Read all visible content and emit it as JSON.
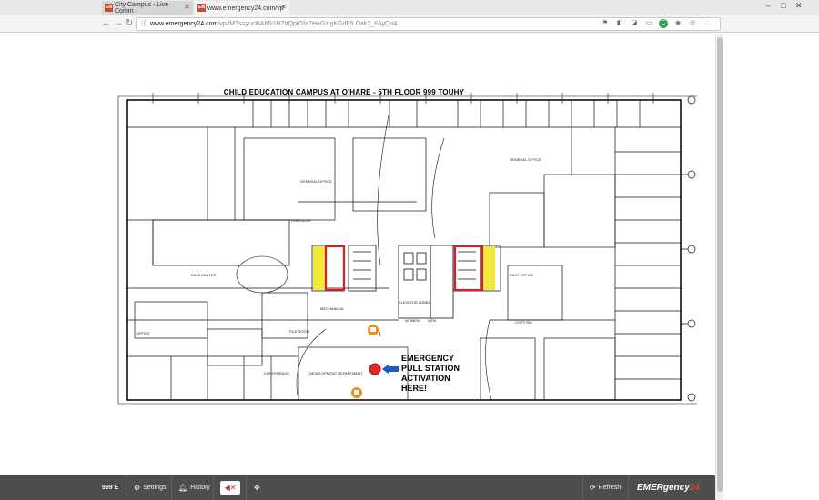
{
  "browser": {
    "tabs": [
      {
        "label": "City Campus - Live Comm",
        "favicon": "EM",
        "active": false
      },
      {
        "label": "www.emergency24.com/vp",
        "favicon": "EM",
        "active": true
      }
    ],
    "url_host": "www.emergency24.com",
    "url_path": "/vpi/M?s=yucl8Ah5i1BZttQpfGfa7HaGzlgKGdF5.Oak2_6AyQo&"
  },
  "floorplan": {
    "title": "CHILD EDUCATION CAMPUS AT O'HARE - 5TH FLOOR 999 TOUHY",
    "callout_lines": [
      "EMERGENCY",
      "PULL STATION",
      "ACTIVATION",
      "HERE!"
    ],
    "colors": {
      "stair_yellow": "#f3e83c",
      "stair_red": "#d0202a",
      "alarm_red": "#e02a2a",
      "camera_orange": "#f08a1c",
      "arrow_blue": "#1e5bb5"
    },
    "room_labels": {
      "general_office": "GENERAL OFFICE",
      "corridor": "CORRIDOR",
      "mechanical": "MECHANICAL",
      "elevator_lobby": "ELEVATOR LOBBY",
      "file_room": "FILE ROOM",
      "east_office": "EAST OFFICE",
      "copy_room": "COPY RM",
      "data_center": "DATA CENTER",
      "dev_dept": "DEVELOPMENT DEPARTMENT",
      "conference": "CONFERENCE",
      "office": "OFFICE",
      "women": "WOMEN",
      "men": "MEN"
    }
  },
  "toolbar": {
    "site": "999 E",
    "settings": "Settings",
    "history": "History",
    "mute_icon": "speaker-mute-icon",
    "refresh": "Refresh",
    "brand": "EMERgency",
    "brand_num": "24"
  }
}
